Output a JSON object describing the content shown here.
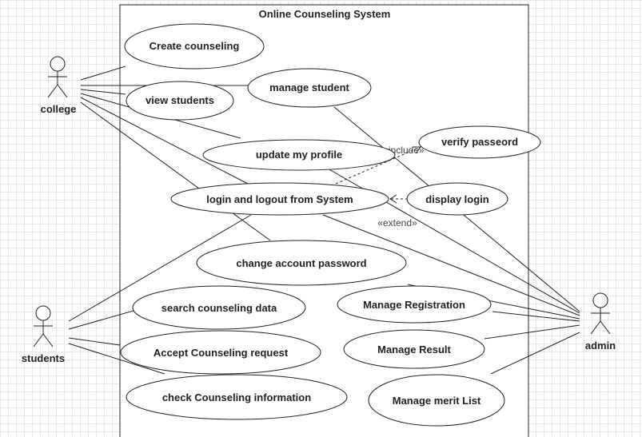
{
  "system": {
    "title": "Online Counseling System"
  },
  "actors": {
    "college": "college",
    "students": "students",
    "admin": "admin"
  },
  "use_cases": {
    "create_counseling": "Create counseling",
    "manage_student": "manage student",
    "view_students": "view students",
    "verify_password": "verify passeord",
    "update_profile": "update my profile",
    "login_logout": "login and logout from System",
    "display_login": "display login",
    "change_password": "change account password",
    "search_counseling": "search counseling data",
    "manage_registration": "Manage Registration",
    "accept_request": "Accept Counseling request",
    "manage_result": "Manage Result",
    "check_information": "check Counseling information",
    "manage_merit": "Manage merit List"
  },
  "relations": {
    "include": "«include»",
    "extend": "«extend»"
  },
  "colors": {
    "line": "#222222",
    "fill": "#ffffff"
  }
}
